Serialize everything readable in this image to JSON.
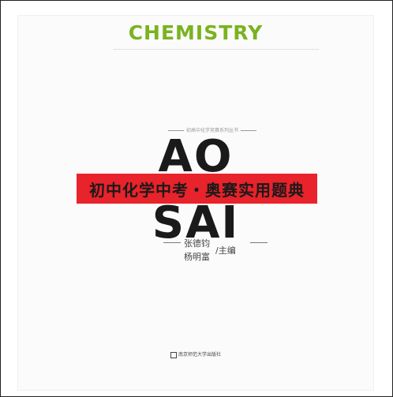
{
  "cover": {
    "brand": "CHEMISTRY",
    "series": "初高中化学竞赛系列丛书",
    "title_top": "AO",
    "title_bottom": "SAI",
    "subtitle": "初中化学中考・奥赛实用题典",
    "author_1": "张德钧",
    "author_2": "杨明富",
    "role": "/主编",
    "publisher": "南京师范大学出版社"
  },
  "colors": {
    "brand_green": "#7ab31f",
    "banner_red": "#e8232b",
    "ink": "#1a1a1a"
  }
}
